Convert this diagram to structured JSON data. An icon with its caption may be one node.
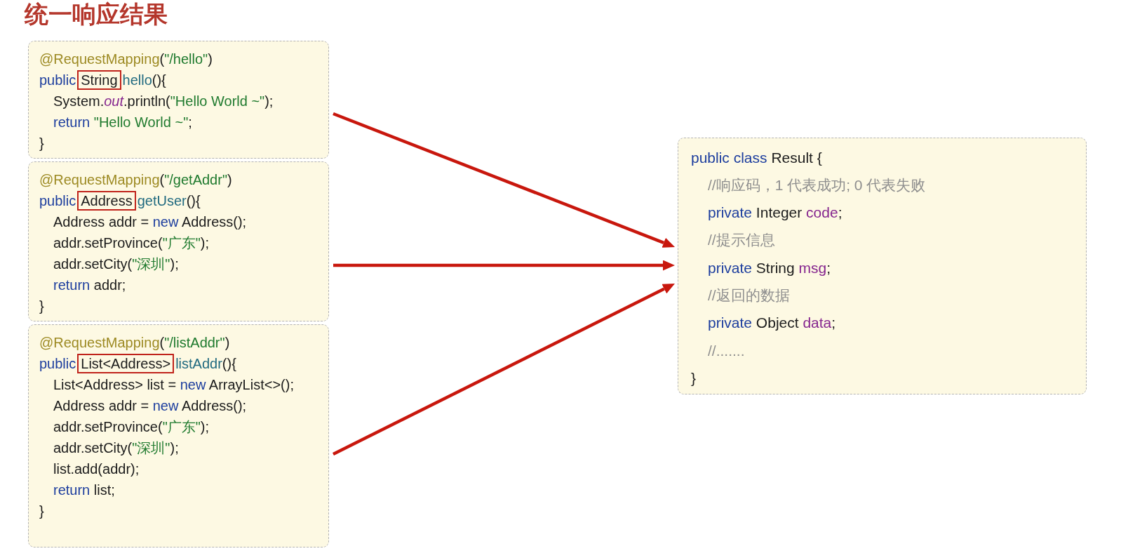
{
  "diagram": {
    "title": "统一响应结果",
    "nodes": [
      {
        "text": [
          "@RequestMapping(\"/hello\")",
          "public",
          "hello(){",
          "System.*out*.println(\"Hello World ~\");",
          "return \"Hello World ~\";",
          "}"
        ]
      },
      {
        "text": [
          "String"
        ],
        "in": 0
      },
      {
        "text": [
          "@RequestMapping(\"/getAddr\")",
          "public",
          "getUser(){",
          "Address addr = new Address();",
          "addr.setProvince(\"广东\");",
          "addr.setCity(\"深圳\");",
          "return addr;",
          "}"
        ]
      },
      {
        "text": [
          "Address"
        ],
        "in": 2
      },
      {
        "text": [
          "@RequestMapping(\"/listAddr\")",
          "public",
          "listAddr(){",
          "List<Address> list = new ArrayList<>();",
          "Address addr = new Address();",
          "addr.setProvince(\"广东\");",
          "addr.setCity(\"深圳\");",
          "list.add(addr);",
          "return list;",
          "}"
        ]
      },
      {
        "text": [
          "List<Address>"
        ],
        "in": 4
      },
      {
        "text": [
          "public class Result {",
          "//响应码，1 代表成功; 0 代表失败",
          "private Integer code;",
          "//提示信息",
          "private String msg;",
          "//返回的数据",
          "private Object data;",
          "//.......",
          "}"
        ]
      }
    ],
    "edges": [
      {
        "from": 0,
        "to": 6,
        "arrow": "to"
      },
      {
        "from": 2,
        "to": 6,
        "arrow": "to"
      },
      {
        "from": 4,
        "to": 6,
        "arrow": "to"
      }
    ]
  }
}
